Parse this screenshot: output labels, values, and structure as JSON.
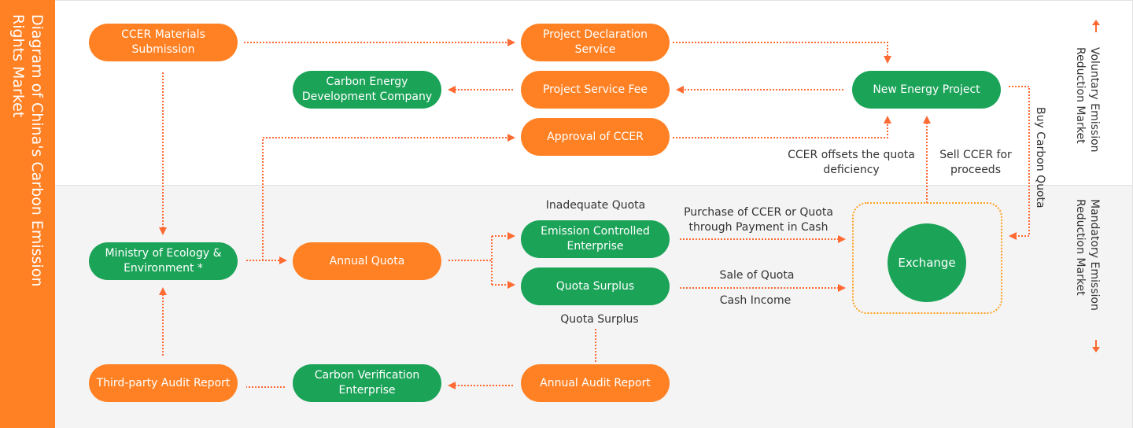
{
  "title": [
    "Diagram of China's Carbon Emission",
    "Rights Market"
  ],
  "markets": {
    "voluntary": [
      "Voluntary Emission",
      "Reduction Market"
    ],
    "mandatory": [
      "Mandatory Emission",
      "Reduction Market"
    ]
  },
  "nodes": {
    "ccer_materials": "CCER Materials Submission",
    "project_declaration": "Project Declaration Service",
    "carbon_energy_dev": "Carbon Energy Development Company",
    "project_service_fee": "Project Service Fee",
    "new_energy_project": "New Energy Project",
    "approval_ccer": "Approval of CCER",
    "ministry": "Ministry of Ecology & Environment *",
    "annual_quota": "Annual Quota",
    "emission_controlled": "Emission Controlled Enterprise",
    "quota_surplus": "Quota Surplus",
    "exchange": "Exchange",
    "third_party_audit": "Third-party Audit Report",
    "carbon_verification": "Carbon Verification Enterprise",
    "annual_audit": "Annual Audit Report"
  },
  "labels": {
    "inadequate_quota": "Inadequate Quota",
    "quota_surplus_below": "Quota Surplus",
    "purchase": [
      "Purchase of CCER or Quota",
      "through Payment in Cash"
    ],
    "sale_of_quota": "Sale of Quota",
    "cash_income": "Cash Income",
    "ccer_offsets": [
      "CCER offsets the quota",
      "deficiency"
    ],
    "sell_ccer": [
      "Sell CCER for",
      "proceeds"
    ],
    "buy_carbon_quota": "Buy Carbon Quota"
  },
  "colors": {
    "orange": "#ff8124",
    "green": "#1ba358",
    "arrow": "#ff6a33"
  }
}
